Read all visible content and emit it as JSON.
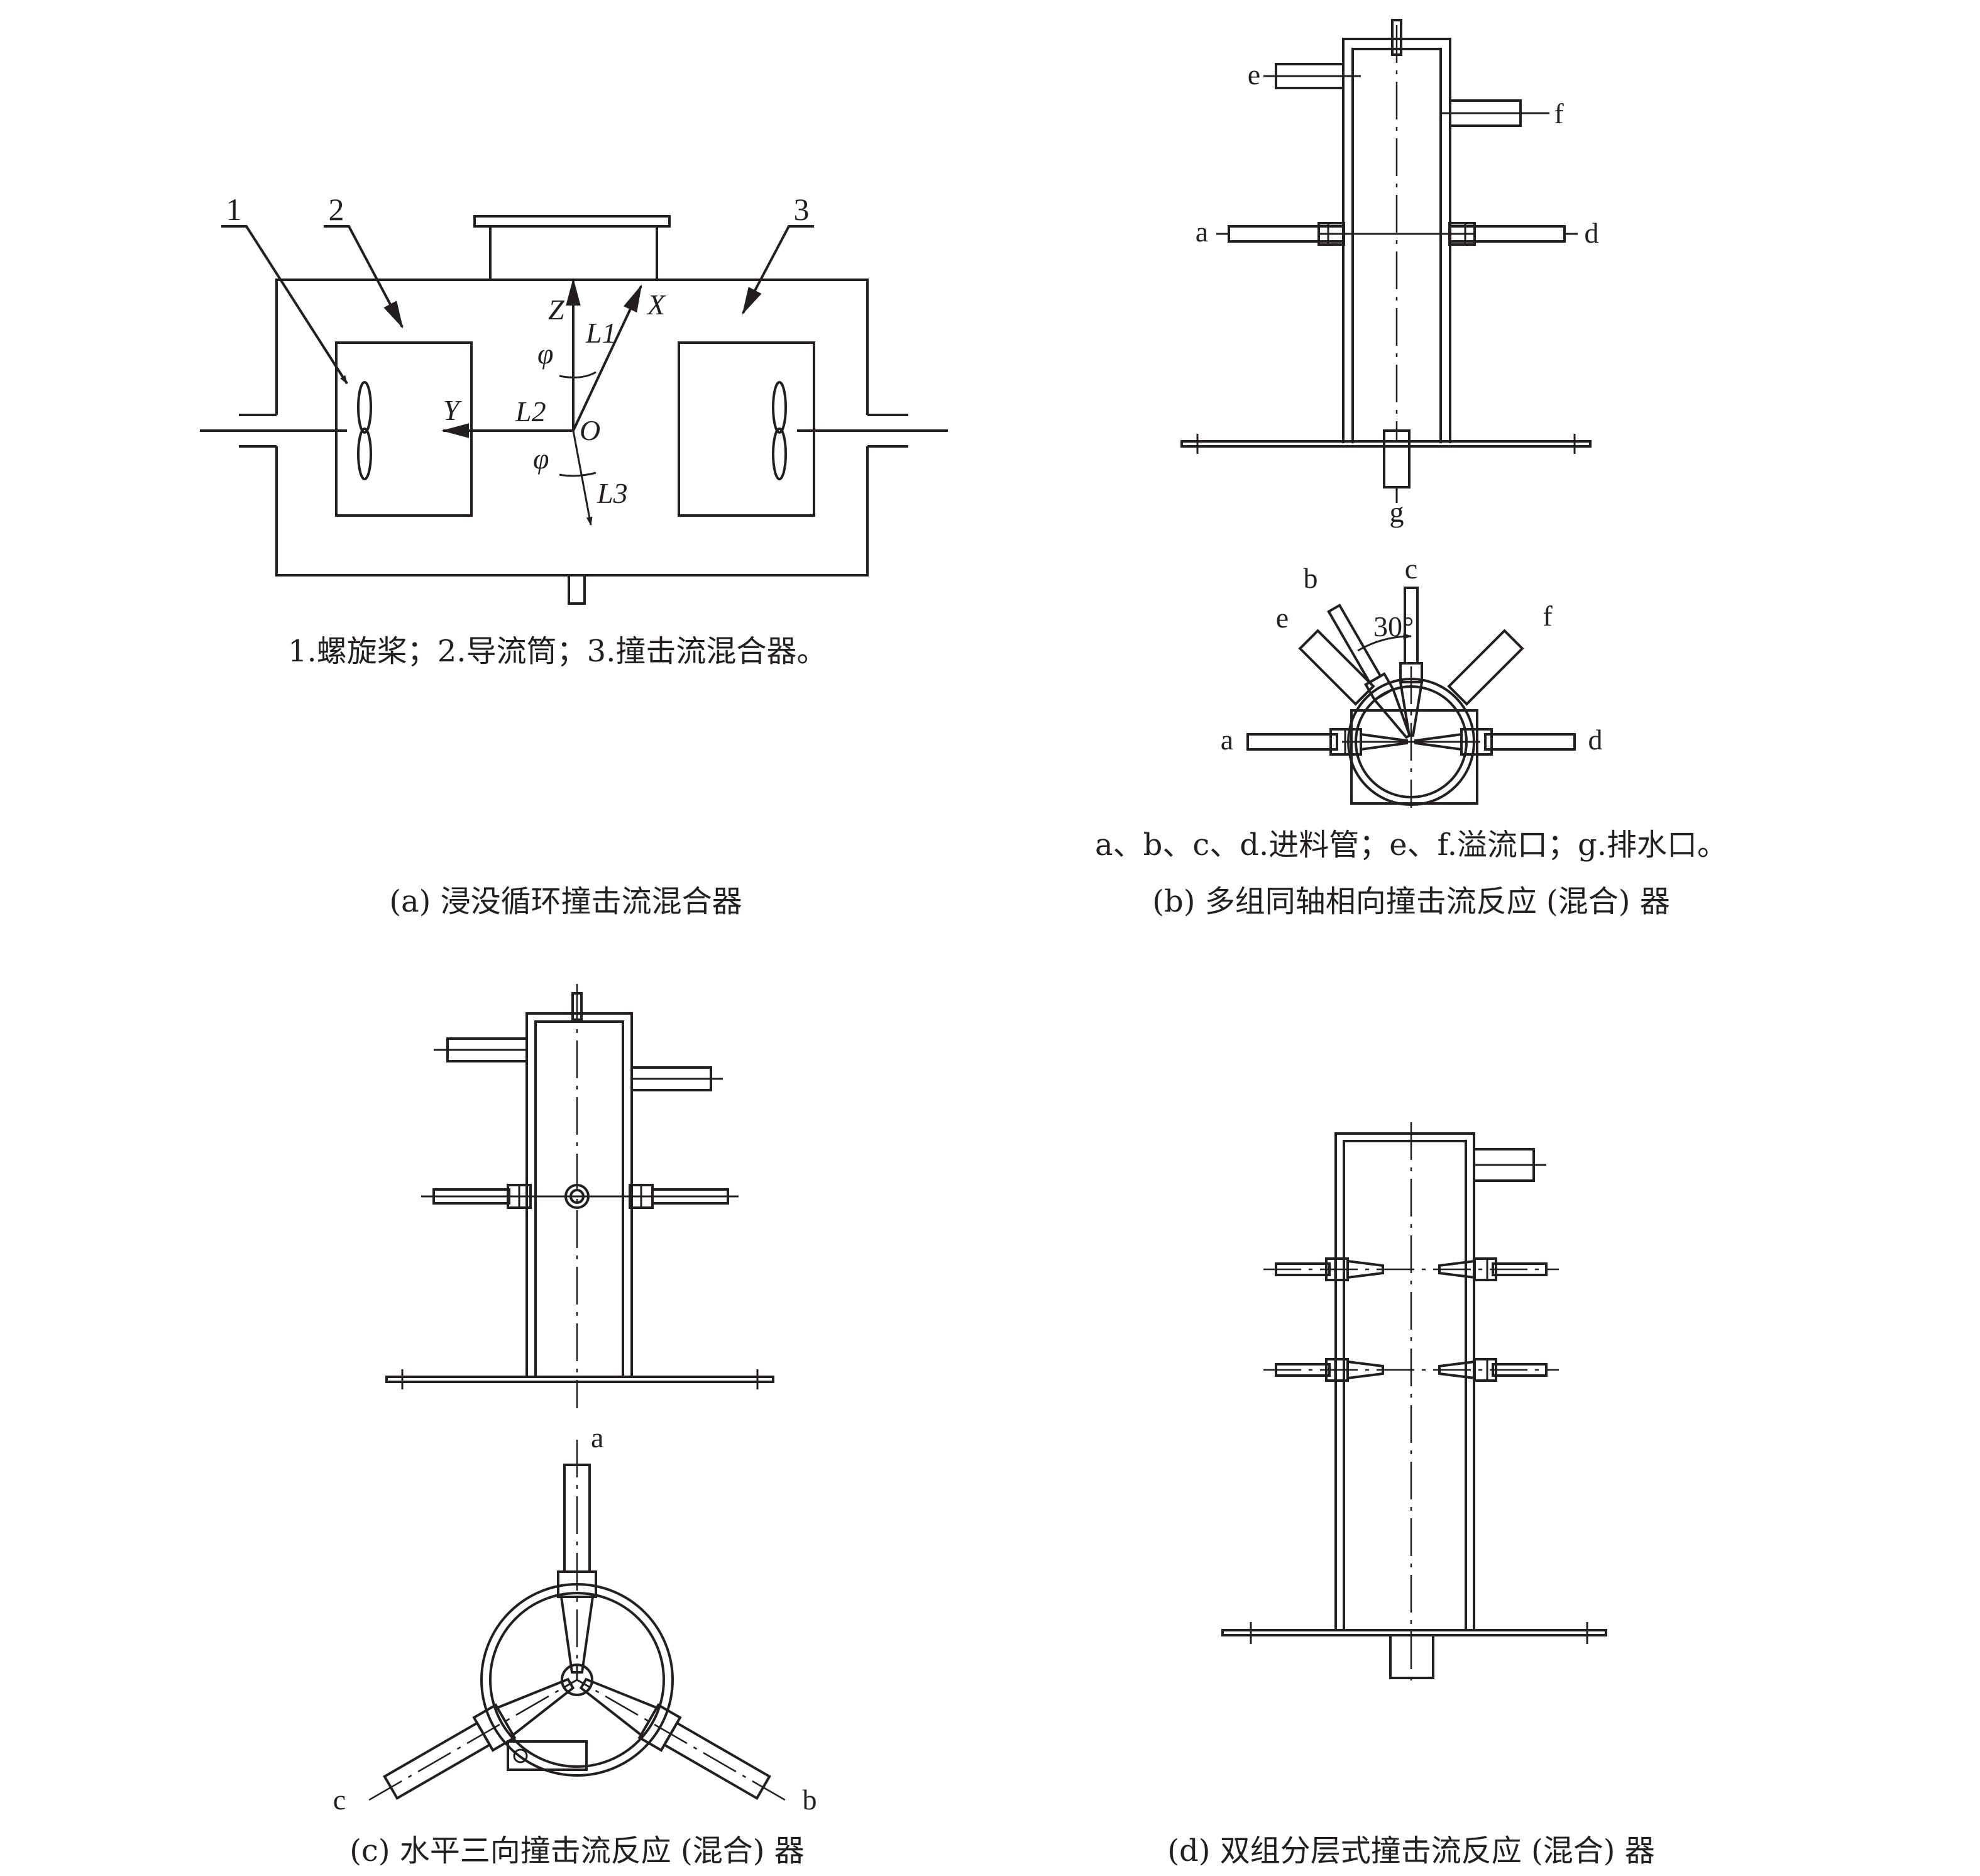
{
  "panel_a": {
    "caption": "(a) 浸没循环撞击流混合器",
    "legend": "1.螺旋桨；2.导流筒；3.撞击流混合器。",
    "part_numbers": [
      "1",
      "2",
      "3"
    ],
    "axes": {
      "z": "Z",
      "x": "X",
      "y": "Y",
      "origin": "O"
    },
    "lines": {
      "l1": "L1",
      "l2": "L2",
      "l3": "L3"
    },
    "angle_symbol": "φ"
  },
  "panel_b": {
    "caption": "(b) 多组同轴相向撞击流反应 (混合) 器",
    "legend": "a、b、c、d.进料管；e、f.溢流口；g.排水口。",
    "labels": {
      "a": "a",
      "b": "b",
      "c": "c",
      "d": "d",
      "e": "e",
      "f": "f",
      "g": "g"
    },
    "angle": "30°"
  },
  "panel_c": {
    "caption": "(c) 水平三向撞击流反应 (混合) 器",
    "labels": {
      "a": "a",
      "b": "b",
      "c": "c"
    }
  },
  "panel_d": {
    "caption": "(d) 双组分层式撞击流反应 (混合) 器"
  }
}
